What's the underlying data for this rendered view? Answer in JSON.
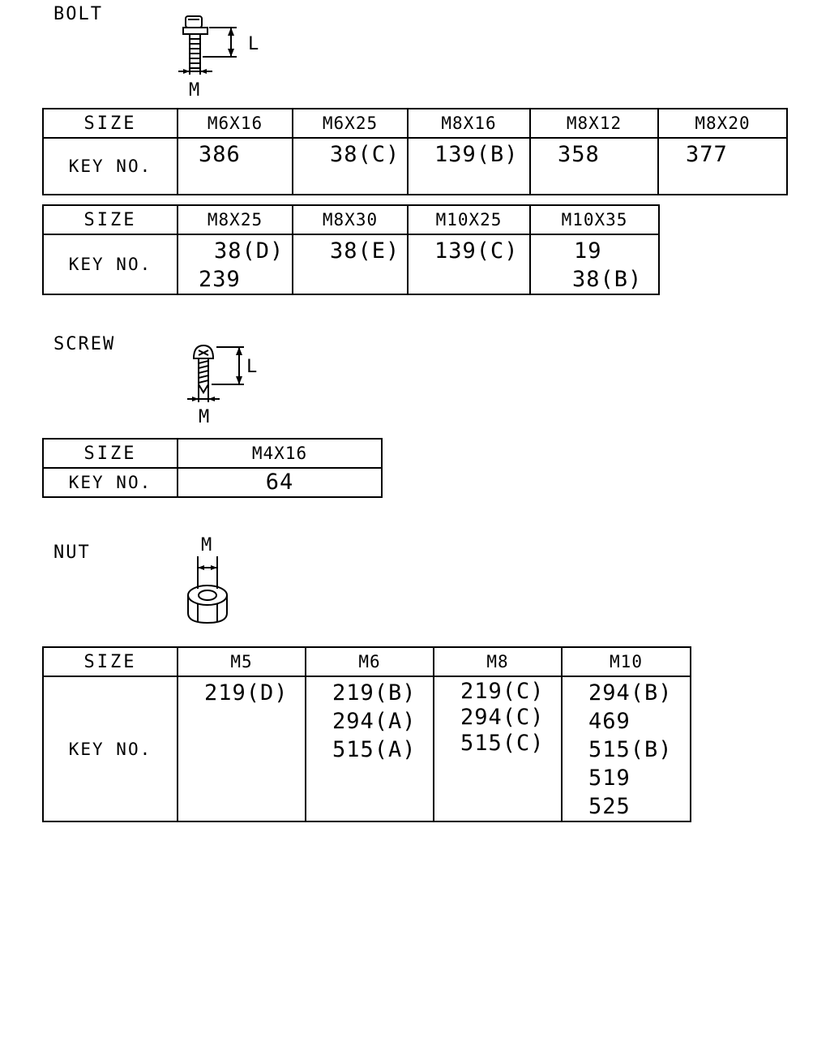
{
  "bolt": {
    "label": "BOLT",
    "dim_l": "L",
    "dim_m": "M",
    "table1": {
      "size_label": "SIZE",
      "key_label": "KEY NO.",
      "columns": [
        {
          "size": "M6X16",
          "keys": [
            "386"
          ]
        },
        {
          "size": "M6X25",
          "keys": [
            "38(C)"
          ]
        },
        {
          "size": "M8X16",
          "keys": [
            "139(B)"
          ]
        },
        {
          "size": "M8X12",
          "keys": [
            "358"
          ]
        },
        {
          "size": "M8X20",
          "keys": [
            "377"
          ]
        }
      ]
    },
    "table2": {
      "size_label": "SIZE",
      "key_label": "KEY NO.",
      "columns": [
        {
          "size": "M8X25",
          "keys": [
            "38(D)",
            "239"
          ]
        },
        {
          "size": "M8X30",
          "keys": [
            "38(E)"
          ]
        },
        {
          "size": "M10X25",
          "keys": [
            "139(C)"
          ]
        },
        {
          "size": "M10X35",
          "keys": [
            "19",
            "38(B)"
          ]
        }
      ]
    }
  },
  "screw": {
    "label": "SCREW",
    "dim_l": "L",
    "dim_m": "M",
    "table": {
      "size_label": "SIZE",
      "key_label": "KEY NO.",
      "columns": [
        {
          "size": "M4X16",
          "keys": [
            "64"
          ]
        }
      ]
    }
  },
  "nut": {
    "label": "NUT",
    "dim_m": "M",
    "table": {
      "size_label": "SIZE",
      "key_label": "KEY NO.",
      "columns": [
        {
          "size": "M5",
          "keys": [
            "219(D)"
          ]
        },
        {
          "size": "M6",
          "keys": [
            "219(B)",
            "294(A)",
            "515(A)"
          ]
        },
        {
          "size": "M8",
          "keys": [
            "219(C)",
            "294(C)",
            "515(C)"
          ]
        },
        {
          "size": "M10",
          "keys": [
            "294(B)",
            "469",
            "515(B)",
            "519",
            "525"
          ]
        }
      ]
    }
  }
}
